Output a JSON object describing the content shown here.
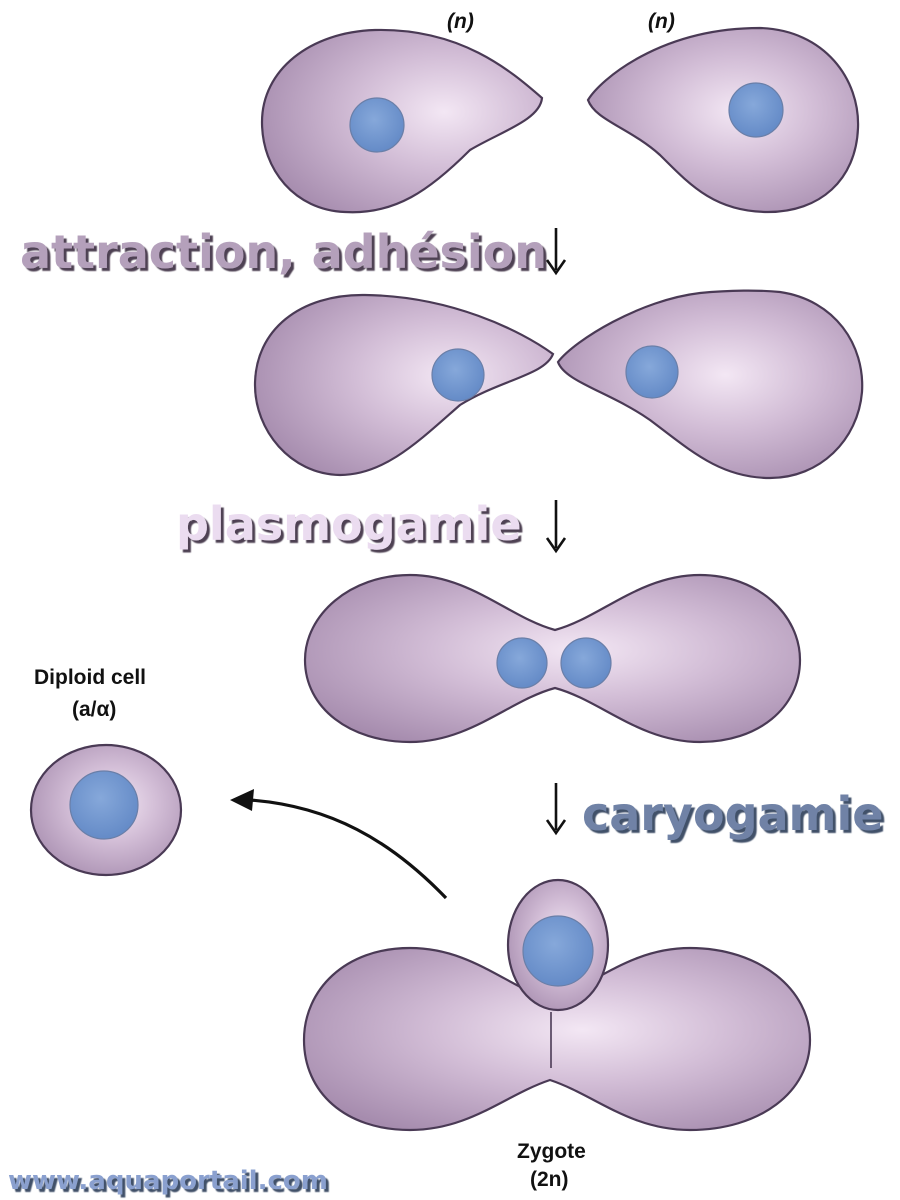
{
  "labels": {
    "haploid_left": "(n)",
    "haploid_right": "(n)",
    "step1": "attraction, adhésion",
    "step2": "plasmogamie",
    "step3": "caryogamie",
    "diploid_cell_line1": "Diploid cell",
    "diploid_cell_line2": "(a/α)",
    "zygote_line1": "Zygote",
    "zygote_line2": "(2n)",
    "watermark": "www.aquaportail.com"
  },
  "colors": {
    "cell_fill": "#b59bbb",
    "cell_highlight": "#f1e4f2",
    "cell_outline": "#4a3a55",
    "nucleus": "#6f95cf",
    "step1_text": "#b4a0bb",
    "step2_text": "#ebdcf0",
    "step3_text": "#6f82a6",
    "watermark_text": "#8aa0cf"
  },
  "icons": {
    "step_arrow": "arrow-down-icon",
    "transition_arrow": "curved-arrow-icon"
  }
}
